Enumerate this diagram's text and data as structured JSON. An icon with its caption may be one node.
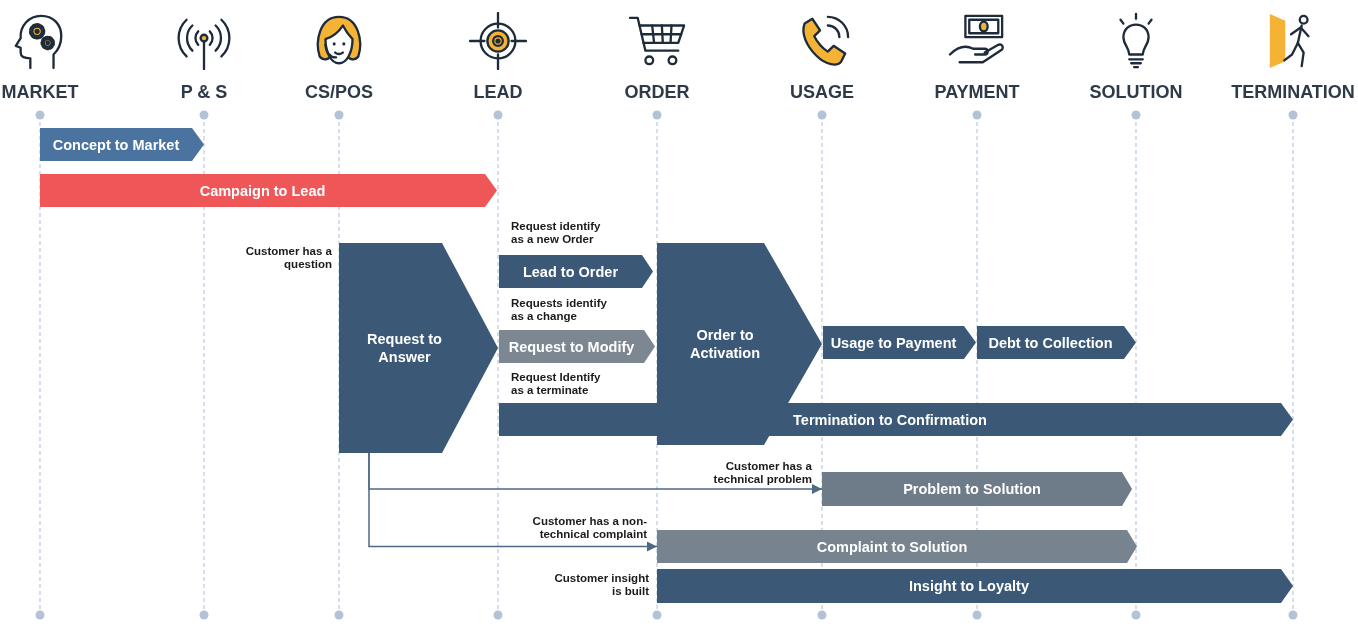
{
  "diagram": {
    "nodes": [
      {
        "text": [
          "Concept to Market"
        ]
      },
      {
        "text": [
          "Campaign to Lead"
        ]
      },
      {
        "text": [
          "Request to Answer"
        ],
        "beside": [
          "Customer has a question"
        ]
      },
      {
        "text": [
          "Lead to Order"
        ],
        "beside": [
          "Request identify as a new Order"
        ]
      },
      {
        "text": [
          "Request to Modify"
        ],
        "beside": [
          "Requests identify as a change"
        ]
      },
      {
        "text": [
          "Order to Activation"
        ]
      },
      {
        "text": [
          "Usage to Payment"
        ]
      },
      {
        "text": [
          "Debt to Collection"
        ]
      },
      {
        "text": [
          "Termination to Confirmation"
        ],
        "beside": [
          "Request Identify as a terminate"
        ]
      },
      {
        "text": [
          "Problem to Solution"
        ],
        "beside": [
          "Customer has a technical problem"
        ]
      },
      {
        "text": [
          "Complaint to Solution"
        ],
        "beside": [
          "Customer has a non-technical complaint"
        ]
      },
      {
        "text": [
          "Insight to Loyalty"
        ],
        "beside": [
          "Customer insight is built"
        ]
      }
    ],
    "edges": [
      {
        "from": 2,
        "to": 9,
        "arrow": "to"
      },
      {
        "from": 2,
        "to": 10,
        "arrow": "to"
      }
    ],
    "labels": [
      "MARKET",
      "P & S",
      "CS/POS",
      "LEAD",
      "ORDER",
      "USAGE",
      "PAYMENT",
      "SOLUTION",
      "TERMINATION"
    ]
  }
}
